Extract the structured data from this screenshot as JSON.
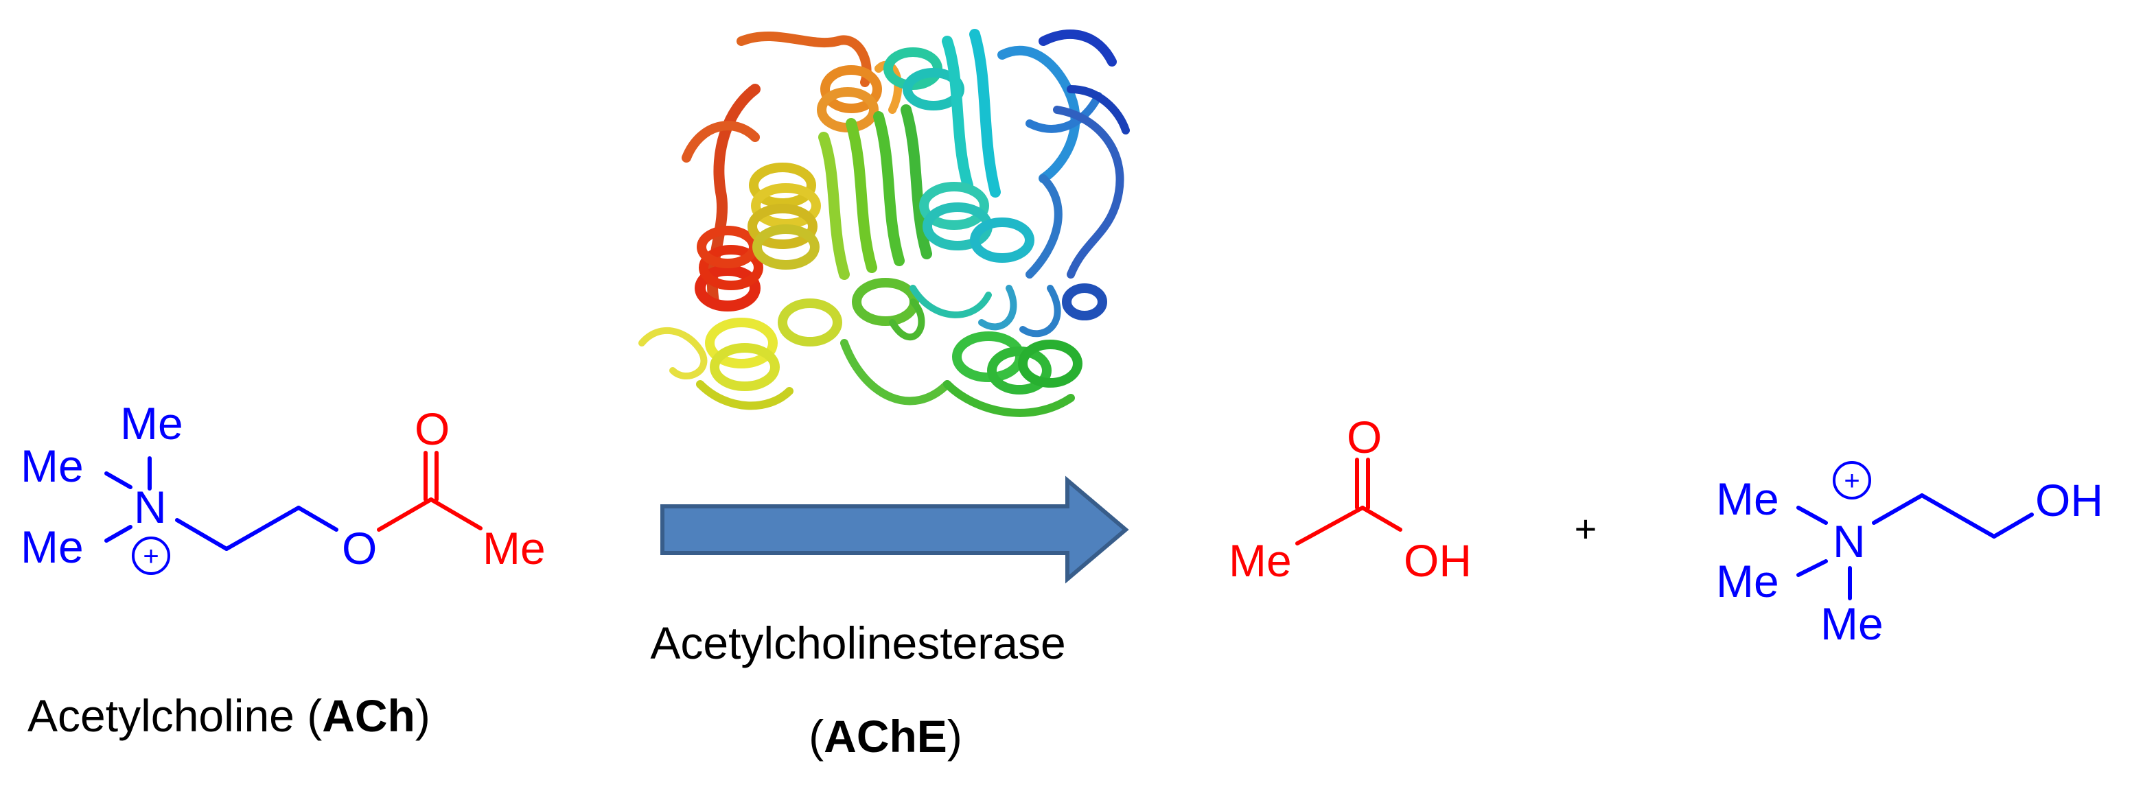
{
  "colors": {
    "choline_blue": "#0000ff",
    "acetyl_red": "#ff0000",
    "arrow_fill": "#4f81bd",
    "arrow_stroke": "#385d8a",
    "text_black": "#000000"
  },
  "reactant": {
    "atoms": {
      "me_top": "Me",
      "me_left_upper": "Me",
      "me_left_lower": "Me",
      "n": "N",
      "charge": "+",
      "o_ester": "O",
      "o_carbonyl": "O",
      "me_acyl": "Me"
    },
    "caption": {
      "prefix": "Acetylcholine (",
      "bold": "ACh",
      "suffix": ")"
    }
  },
  "enzyme": {
    "structure_image": "protein-ribbon-structure",
    "caption_line1": "Acetylcholinesterase",
    "caption_line2": {
      "prefix": "(",
      "bold": "AChE",
      "suffix": ")"
    }
  },
  "product_acid": {
    "atoms": {
      "o_carbonyl": "O",
      "me": "Me",
      "oh": "OH"
    }
  },
  "plus_sign": "+",
  "product_choline": {
    "atoms": {
      "me_upper": "Me",
      "me_lower": "Me",
      "me_bottom": "Me",
      "n": "N",
      "charge": "+",
      "oh": "OH"
    }
  }
}
